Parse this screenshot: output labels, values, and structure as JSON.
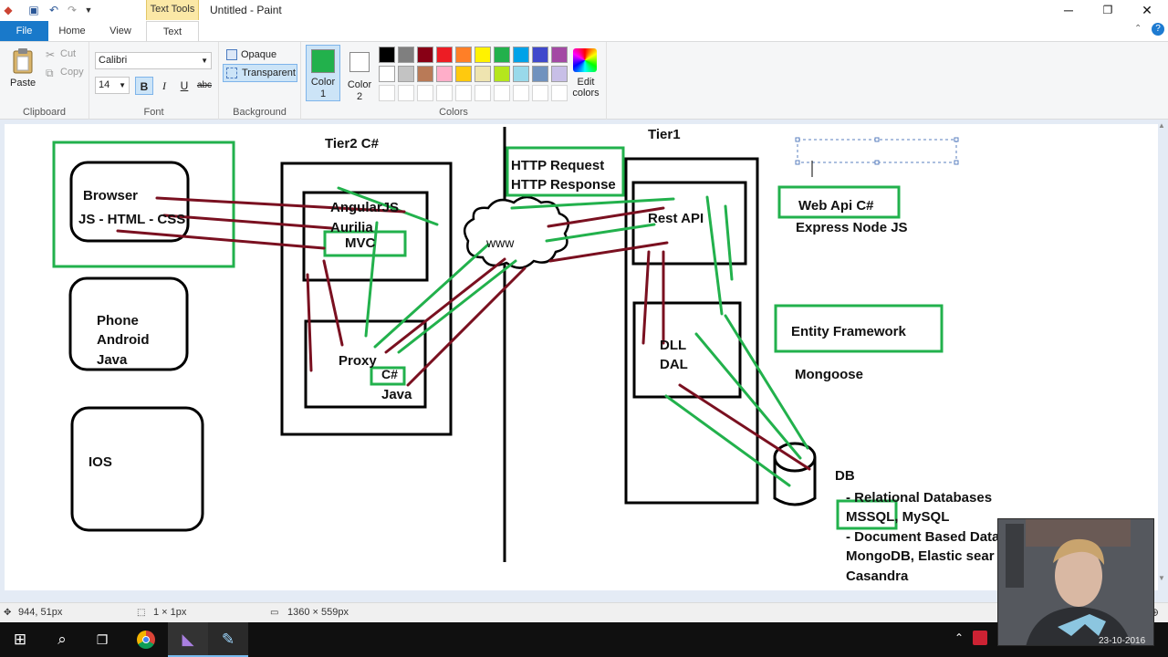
{
  "window": {
    "title": "Untitled - Paint",
    "context_tab": "Text Tools"
  },
  "tabs": {
    "file": "File",
    "home": "Home",
    "view": "View",
    "text": "Text"
  },
  "clipboard": {
    "paste": "Paste",
    "cut": "Cut",
    "copy": "Copy",
    "label": "Clipboard"
  },
  "font": {
    "family": "Calibri",
    "size": "14",
    "bold": "B",
    "italic": "I",
    "underline": "U",
    "strike": "abc",
    "label": "Font"
  },
  "background": {
    "opaque": "Opaque",
    "transparent": "Transparent",
    "label": "Background"
  },
  "colors": {
    "color1_label": "Color",
    "color1_num": "1",
    "color2_label": "Color",
    "color2_num": "2",
    "edit_label": "Edit",
    "edit_label2": "colors",
    "label": "Colors",
    "color1": "#22b14c",
    "color2": "#ffffff",
    "palette_row1": [
      "#000000",
      "#7f7f7f",
      "#880015",
      "#ed1c24",
      "#ff7f27",
      "#fff200",
      "#22b14c",
      "#00a2e8",
      "#3f48cc",
      "#a349a4"
    ],
    "palette_row2": [
      "#ffffff",
      "#c3c3c3",
      "#b97a57",
      "#ffaec9",
      "#ffc90e",
      "#efe4b0",
      "#b5e61d",
      "#99d9ea",
      "#7092be",
      "#c8bfe7"
    ]
  },
  "diagram": {
    "browser": "Browser",
    "browser_tech": "JS - HTML - CSS",
    "phone1": "Phone",
    "phone2": "Android",
    "phone3": "Java",
    "ios": "IOS",
    "tier2": "Tier2 C#",
    "angular": "AngularJS",
    "aurilia": "Aurilia",
    "mvc": "MVC",
    "proxy": "Proxy",
    "csharp": "C#",
    "java": "Java",
    "http_req": "HTTP Request",
    "http_resp": "HTTP Response",
    "www": "www",
    "tier1": "Tier1",
    "rest_api": "Rest API",
    "dll": "DLL",
    "dal": "DAL",
    "webapi": "Web Api C#",
    "express": "Express Node JS",
    "ef": "Entity Framework",
    "mongoose": "Mongoose",
    "db": "DB",
    "rel_db": "- Relational Databases",
    "mssql": "MSSQL",
    "mysql": ", MySQL",
    "doc_db": "- Document Based Data",
    "mongo": "MongoDB, Elastic sear",
    "cassandra": "Casandra"
  },
  "status": {
    "cursor": "944, 51px",
    "selection": "1 × 1px",
    "image_size": "1360 × 559px"
  },
  "taskbar": {
    "date": "23-10-2016"
  }
}
